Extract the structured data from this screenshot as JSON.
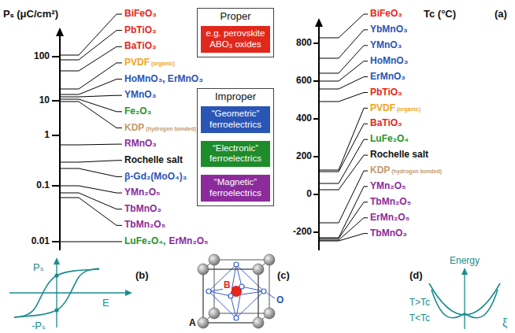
{
  "diagram": {
    "nodes": [
      {
        "text": [
          "Proper"
        ]
      },
      {
        "text": [
          "e.g. perovskite ABO₃ oxides"
        ],
        "in": 0
      },
      {
        "text": [
          "Improper"
        ]
      },
      {
        "text": [
          "“Geometric” ferroelectrics"
        ],
        "in": 2
      },
      {
        "text": [
          "“Electronic” ferroelectrics"
        ],
        "in": 2
      },
      {
        "text": [
          "“Magnetic” ferroelectrics"
        ],
        "in": 2
      }
    ],
    "labels": [
      "Pₛ (μC/cm²)",
      "100",
      "10",
      "1",
      "0.1",
      "0.01",
      "BiFeO₃",
      "PbTiO₃",
      "BaTiO₃",
      "PVDF",
      "(organic)",
      "HoMnO₃, ErMnO₃",
      "YMnO₃",
      "Fe₂O₃",
      "KDP",
      "(hydrogen bonded)",
      "RMnO₃",
      "Rochelle salt",
      "β-Gd₂(MoO₄)₃",
      "YMn₂O₅",
      "TbMnO₃",
      "TbMn₂O₅",
      "LuFe₂O₄,",
      "ErMn₂O₅",
      "Tc (°C)",
      "800",
      "600",
      "400",
      "200",
      "0",
      "-200",
      "BiFeO₃",
      "YbMnO₃",
      "YMnO₃",
      "HoMnO₃",
      "ErMnO₃",
      "PbTiO₃",
      "PVDF",
      "(organic)",
      "BaTiO₃",
      "LuFe₂O₄",
      "Rochelle salt",
      "KDP",
      "(hydrogen bonded)",
      "YMn₂O₅",
      "TbMn₂O₅",
      "ErMn₂O₅",
      "TbMnO₃",
      "(a)",
      "(b)",
      "(c)",
      "(d)",
      "Pₛ",
      "-Pₛ",
      "E",
      "B",
      "O",
      "A",
      "Energy",
      "T>Tc",
      "T<Tc",
      "ξ"
    ]
  }
}
